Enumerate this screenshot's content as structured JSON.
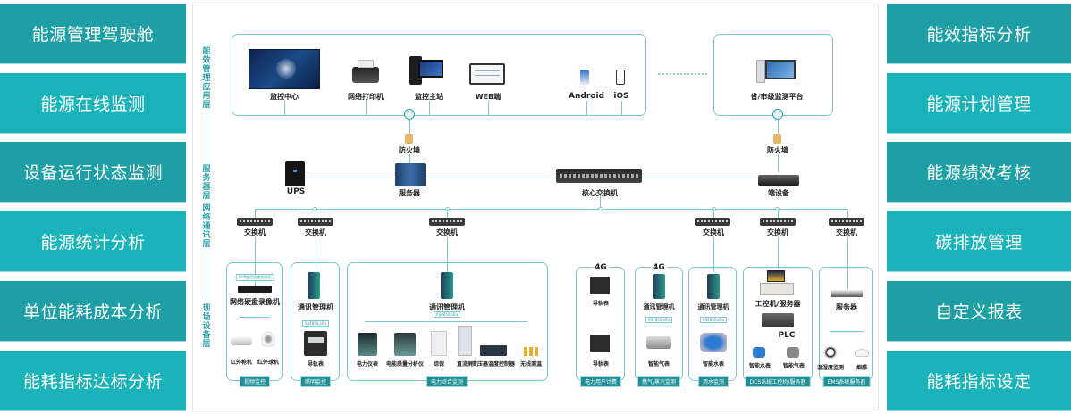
{
  "left_menu": [
    {
      "label": "能源管理驾驶舱",
      "style": "dark"
    },
    {
      "label": "能源在线监测",
      "style": "light"
    },
    {
      "label": "设备运行状态监测",
      "style": "dark"
    },
    {
      "label": "能源统计分析",
      "style": "light"
    },
    {
      "label": "单位能耗成本分析",
      "style": "dark"
    },
    {
      "label": "能耗指标达标分析",
      "style": "light"
    }
  ],
  "right_menu": [
    {
      "label": "能效指标分析",
      "style": "dark"
    },
    {
      "label": "能源计划管理",
      "style": "light"
    },
    {
      "label": "能源绩效考核",
      "style": "dark"
    },
    {
      "label": "碳排放管理",
      "style": "light"
    },
    {
      "label": "自定义报表",
      "style": "dark"
    },
    {
      "label": "能耗指标设定",
      "style": "light"
    }
  ],
  "colors": {
    "accent_dark": "#1e9fa6",
    "accent_light": "#1bb3ba",
    "line": "#7cc9cd"
  },
  "diagram": {
    "layers": {
      "app": "能效管理应用层",
      "server": "服务器层",
      "network": "网络通讯层",
      "field": "现场设备层"
    },
    "app_layer": {
      "devices": [
        "监控中心",
        "网络打印机",
        "监控主站",
        "WEB端",
        "Android",
        "iOS"
      ],
      "remote": "省/市级监测平台"
    },
    "server_layer": {
      "firewall_left": "防火墙",
      "firewall_right": "防火墙",
      "ups": "UPS",
      "server": "服务器",
      "core_switch": "核心交换机",
      "edge_device": "端设备"
    },
    "switch_label": "交换机",
    "field_groups": [
      {
        "title": "视频监控",
        "devices": [
          "网络硬盘录像机",
          "红外枪机",
          "红外球机"
        ],
        "proto": "NVR监控网络交换机"
      },
      {
        "title": "照明监控",
        "devices": [
          "通讯管理机",
          "导轨表"
        ],
        "proto": "RS485/LoRa"
      },
      {
        "title": "电力综合监测",
        "devices": [
          "通讯管理机",
          "电力仪表",
          "电能质量分析仪",
          "综保",
          "直流屏",
          "变压器温度控制器",
          "无线测温"
        ],
        "proto": "RS485/LoRa"
      },
      {
        "title": "电力用户计费",
        "devices": [
          "导轨表",
          "导轨表"
        ],
        "network": "4G"
      },
      {
        "title": "燃气/蒸汽监测",
        "devices": [
          "通讯管理机",
          "智能气表"
        ],
        "network": "4G",
        "proto": "RS485/LoRa"
      },
      {
        "title": "用水监测",
        "devices": [
          "通讯管理机",
          "智能水表"
        ],
        "proto": "RS485/LoRa"
      },
      {
        "title": "DCS系统工控机/服务器",
        "devices": [
          "工控机/服务器",
          "PLC",
          "智能水表",
          "智能气表"
        ]
      },
      {
        "title": "EMS系统服务器",
        "devices": [
          "服务器",
          "温湿度监测",
          "烟感"
        ]
      }
    ]
  }
}
